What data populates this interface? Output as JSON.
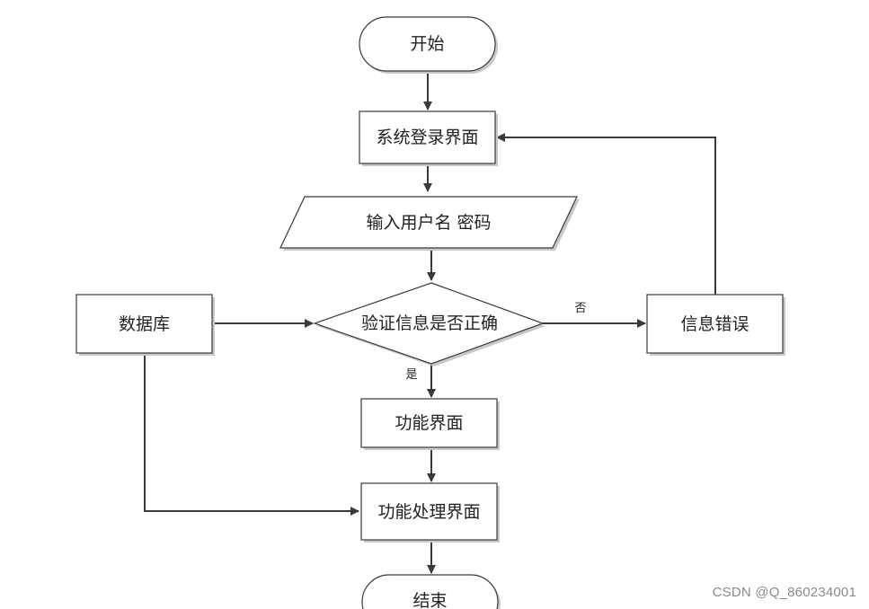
{
  "nodes": {
    "start": "开始",
    "login": "系统登录界面",
    "input": "输入用户名 密码",
    "verify": "验证信息是否正确",
    "database": "数据库",
    "error": "信息错误",
    "function": "功能界面",
    "process": "功能处理界面",
    "end": "结束"
  },
  "edges": {
    "no_label": "否",
    "yes_label": "是"
  },
  "watermark": "CSDN @Q_860234001"
}
